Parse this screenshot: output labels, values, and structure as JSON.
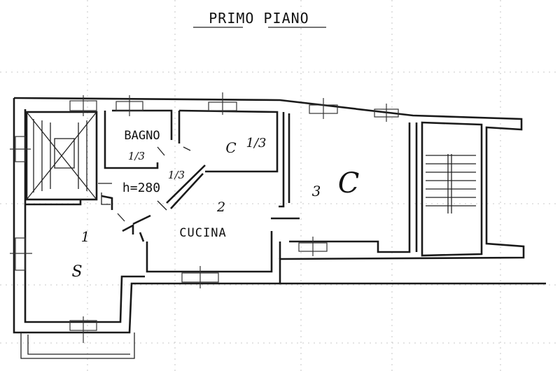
{
  "title": "PRIMO    PIANO",
  "rooms": {
    "bagno": {
      "name": "BAGNO",
      "fraction": "1/3"
    },
    "camera_c": {
      "letter": "C",
      "fraction": "1/3"
    },
    "cucina": {
      "number": "2",
      "name": "CUCINA"
    },
    "corridor": {
      "height_note": "h=280",
      "fraction": "1/3"
    },
    "room_3": {
      "number": "3",
      "letter": "C"
    },
    "room_1": {
      "number": "1",
      "letter": "S"
    }
  },
  "colors": {
    "ink": "#1a1a1a",
    "grid": "#b9b9b9",
    "paper": "#ffffff"
  }
}
